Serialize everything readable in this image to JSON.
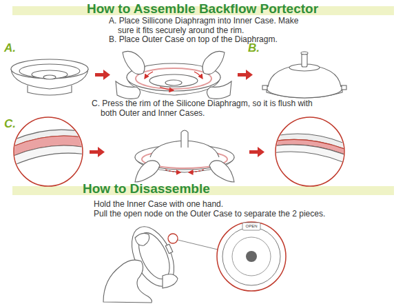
{
  "diagram": {
    "title": "How to Assemble Backflow Portector",
    "labels": [
      "A. Place Sillicone Diaphragm into Inner Case. Make sure it fits securely around the rim.",
      "B. Place Outer Case on top of the Diaphragm.",
      "A.",
      "B.",
      "C. Press the rim of the Silicone Diaphragm, so it is flush with both Outer and Inner Cases.",
      "C.",
      "How to Disassemble",
      "Hold the Inner Case with one hand.",
      "Pull the open node on the Outer Case to separate the 2 pieces.",
      "OPEN"
    ]
  }
}
